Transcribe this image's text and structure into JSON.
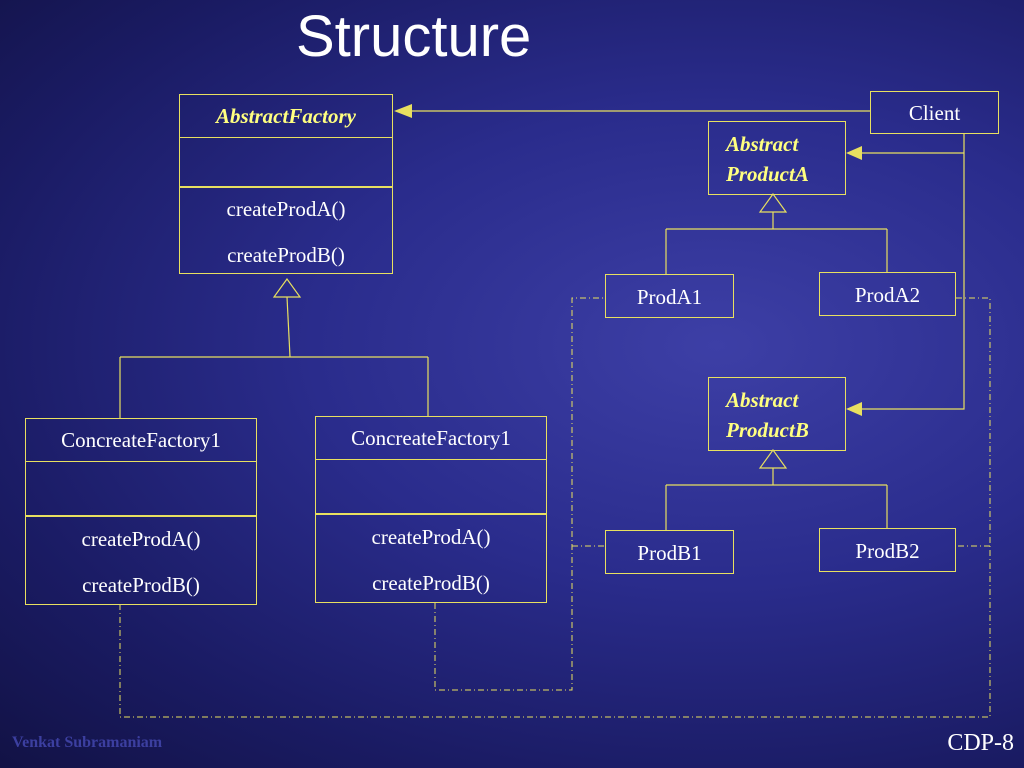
{
  "slide": {
    "title": "Structure",
    "footer_author": "Venkat Subramaniam",
    "footer_page": "CDP-8"
  },
  "classes": {
    "abstract_factory": {
      "name": "AbstractFactory",
      "methods": [
        "createProdA()",
        "createProdB()"
      ]
    },
    "concrete_factory_left": {
      "name": "ConcreateFactory1",
      "methods": [
        "createProdA()",
        "createProdB()"
      ]
    },
    "concrete_factory_right": {
      "name": "ConcreateFactory1",
      "methods": [
        "createProdA()",
        "createProdB()"
      ]
    },
    "client": {
      "name": "Client"
    },
    "abstract_product_a": {
      "line1": "Abstract",
      "line2": "ProductA"
    },
    "abstract_product_b": {
      "line1": "Abstract",
      "line2": "ProductB"
    },
    "prod_a1": {
      "name": "ProdA1"
    },
    "prod_a2": {
      "name": "ProdA2"
    },
    "prod_b1": {
      "name": "ProdB1"
    },
    "prod_b2": {
      "name": "ProdB2"
    }
  },
  "colors": {
    "background": "#2a2c8c",
    "line": "#e8e060",
    "text": "#ffffff",
    "abstract_text": "#ffff80"
  }
}
